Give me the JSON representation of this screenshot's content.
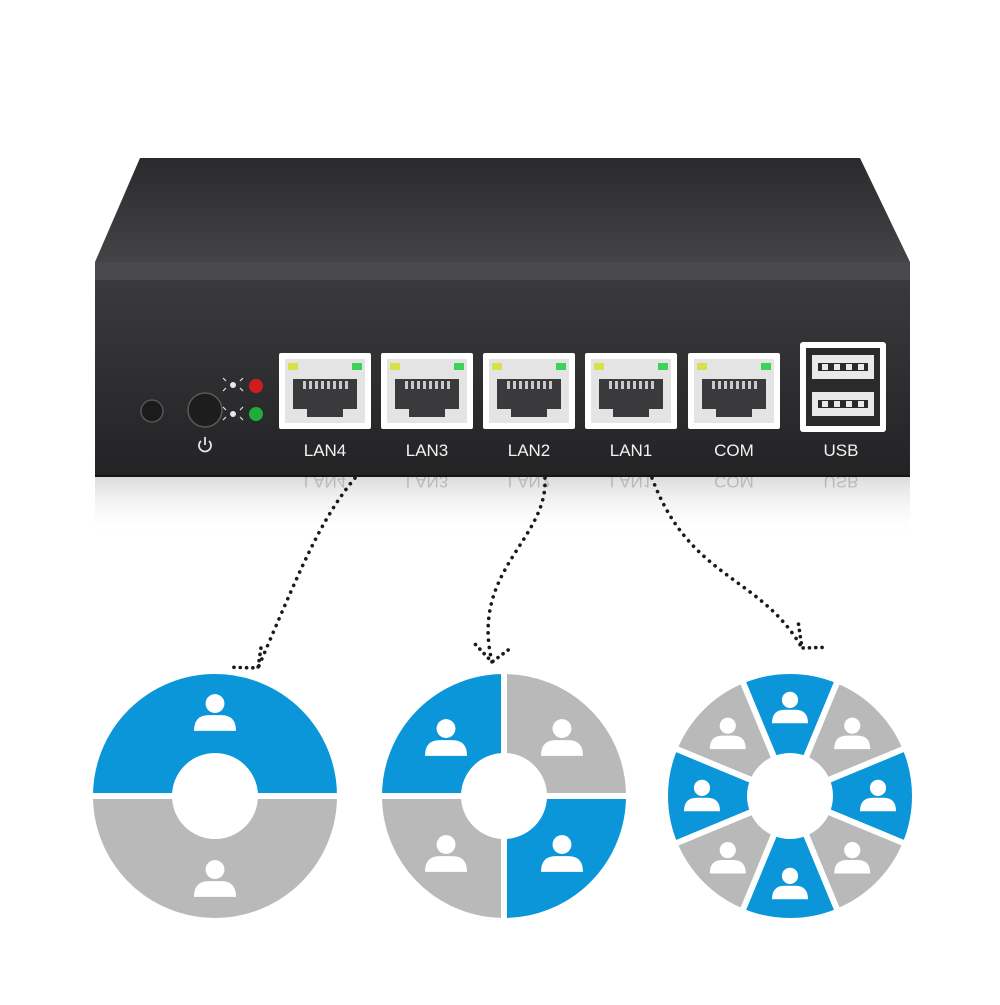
{
  "device": {
    "ports": [
      {
        "label": "LAN4"
      },
      {
        "label": "LAN3"
      },
      {
        "label": "LAN2"
      },
      {
        "label": "LAN1"
      },
      {
        "label": "COM"
      }
    ],
    "usb_label": "USB",
    "colors": {
      "body_top": "#3a3a3c",
      "body_front": "#2b2b2d",
      "port_frame": "#ffffff",
      "led_yellow": "#d8e04a",
      "led_green": "#3bd35a",
      "status_red": "#d21b1b",
      "status_green": "#1fae3a"
    }
  },
  "diagrams": [
    {
      "segments": 2,
      "pattern": [
        "blue",
        "gray"
      ]
    },
    {
      "segments": 4,
      "pattern": [
        "blue",
        "gray",
        "blue",
        "gray"
      ]
    },
    {
      "segments": 8,
      "pattern": [
        "blue",
        "gray",
        "blue",
        "gray",
        "blue",
        "gray",
        "blue",
        "gray"
      ]
    }
  ],
  "colors": {
    "blue": "#0a96d8",
    "gray": "#b9b9b9",
    "dots": "#1a1a1a"
  },
  "icons": [
    "user-icon",
    "power-icon",
    "led-icon",
    "ethernet-port-icon",
    "usb-port-icon",
    "arrow-head-icon"
  ]
}
